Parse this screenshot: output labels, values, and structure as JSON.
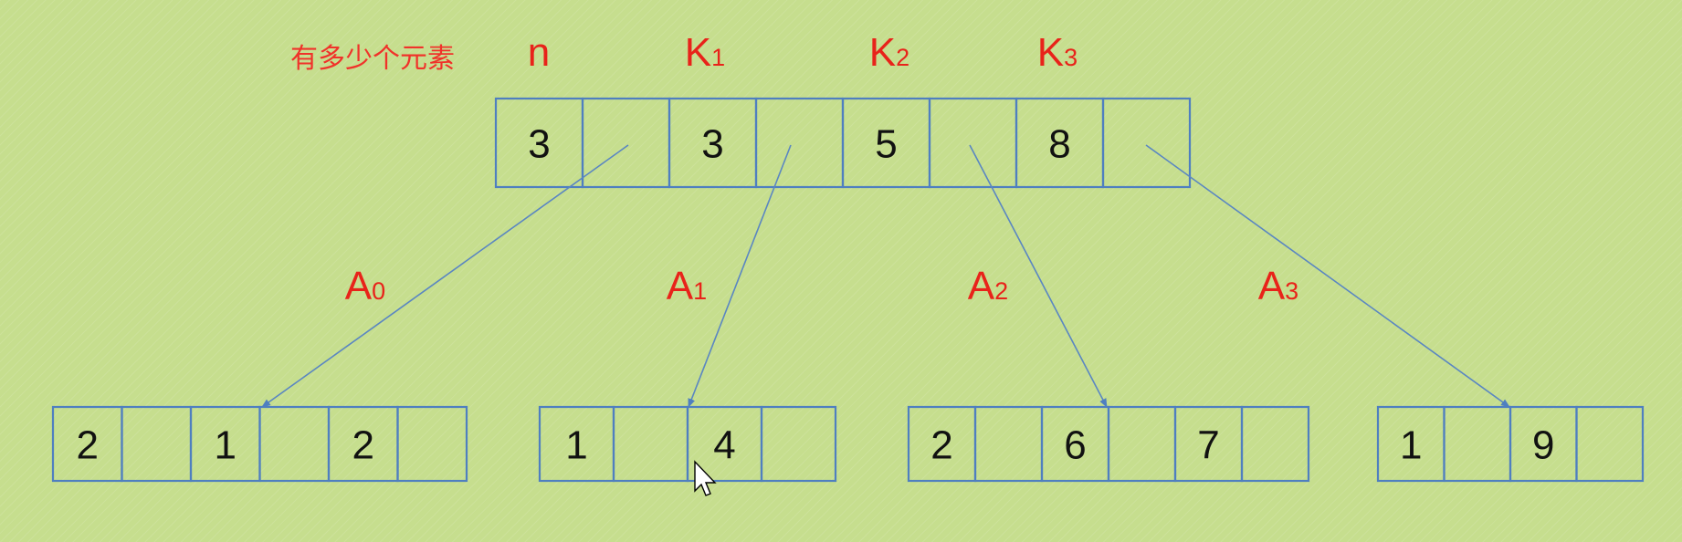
{
  "caption": "有多少个元素",
  "header_labels": [
    {
      "main": "n",
      "sub": ""
    },
    {
      "main": "K",
      "sub": "1"
    },
    {
      "main": "K",
      "sub": "2"
    },
    {
      "main": "K",
      "sub": "3"
    }
  ],
  "root_node": [
    "3",
    "",
    "3",
    "",
    "5",
    "",
    "8",
    ""
  ],
  "child_nodes": [
    [
      "2",
      "",
      "1",
      "",
      "2",
      ""
    ],
    [
      "1",
      "",
      "4",
      ""
    ],
    [
      "2",
      "",
      "6",
      "",
      "7",
      ""
    ],
    [
      "1",
      "",
      "9",
      ""
    ]
  ],
  "edge_labels": [
    {
      "main": "A",
      "sub": "0"
    },
    {
      "main": "A",
      "sub": "1"
    },
    {
      "main": "A",
      "sub": "2"
    },
    {
      "main": "A",
      "sub": "3"
    }
  ],
  "colors": {
    "background": "#c6de8e",
    "cell_stroke": "#4f7fc0",
    "label_red": "#e8231a",
    "arrow_blue": "#5a86c2"
  },
  "icons": [
    "mouse-pointer-icon"
  ]
}
